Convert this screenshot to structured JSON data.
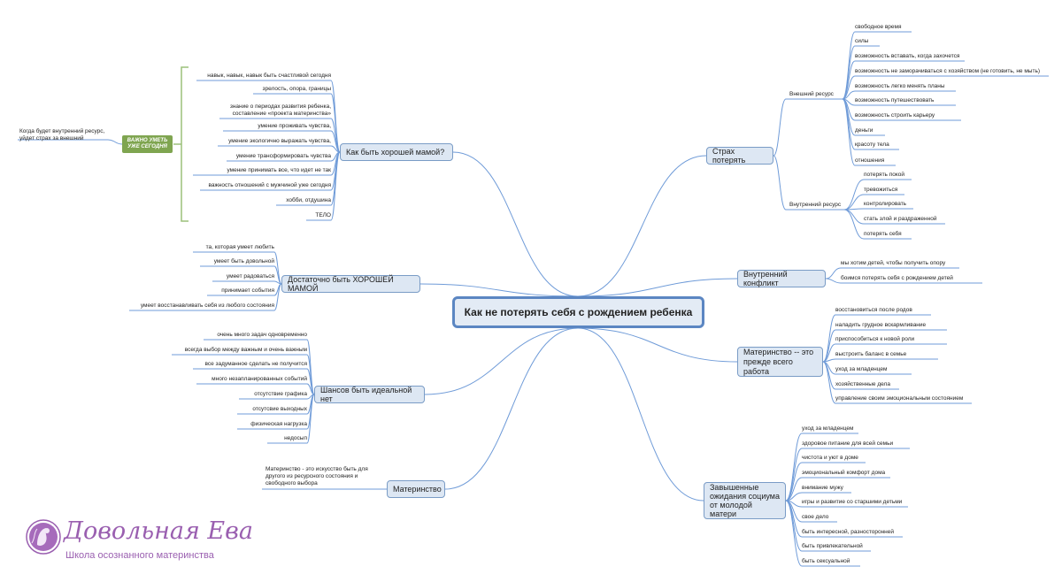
{
  "center": "Как не потерять себя с рождением ребенка",
  "branches": {
    "good_mom": {
      "label": "Как быть хорошей мамой?",
      "badge": "ВАЖНО УМЕТЬ УЖЕ СЕГОДНЯ",
      "note": "Когда будет внутренний ресурс, уйдет страх за внешний",
      "items": [
        "навык, навык, навык быть счастливой сегодня",
        "зрелость, опора, границы",
        "знание о периодах развития ребенка, составление «проекта материнства»",
        "умение проживать чувства,",
        "умение экологично выражать чувства,",
        "умение трансформировать чувства",
        "умение принимать все, что идет не так",
        "важность отношений с мужчиной уже сегодня",
        "хобби, отдушина",
        "ТЕЛО"
      ]
    },
    "enough": {
      "label": "Достаточно быть ХОРОШЕЙ МАМОЙ",
      "items": [
        "та, которая умеет любить",
        "умеет быть довольной",
        "умеет радоваться",
        "принимает события",
        "умеет восстанавливать себя из любого состояния"
      ]
    },
    "ideal": {
      "label": "Шансов быть идеальной нет",
      "items": [
        "очень много задач одновременно",
        "всегда выбор между важным и очень важным",
        "все задуманное сделать не получится",
        "много незапланированных событий",
        "отсутствие графика",
        "отсутсвие выходных",
        "физическая нагрузка",
        "недосып"
      ]
    },
    "motherhood": {
      "label": "Материнство",
      "items": [
        "Материнство - это искусство быть для другого из ресурсного состояния и свободного выбора"
      ]
    },
    "fear": {
      "label": "Страх потерять",
      "external_label": "Внешний ресурс",
      "external": [
        "свободное время",
        "силы",
        "возможность вставать, когда захочется",
        "возможность не  заморачиваться с хозяйством (не готовить, не мыть)",
        "возможность легко менять планы",
        "возможность путешествовать",
        "возможность строить карьеру",
        "деньги",
        "красоту тела",
        "отношения"
      ],
      "internal_label": "Внутренний ресурс",
      "internal": [
        "потерять покой",
        "тревожиться",
        "контролировать",
        "стать злой и раздраженной",
        "потерять себя"
      ]
    },
    "conflict": {
      "label": "Внутренний конфликт",
      "items": [
        "мы хотим детей, чтобы получить опору",
        "боимся потерять себя с рождением детей"
      ]
    },
    "work": {
      "label": "Материнство -- это прежде всего работа",
      "items": [
        "восстановиться после родов",
        "наладить грудное вскармливание",
        "приспособиться к новой роли",
        "выстроить баланс в семье",
        "уход за младенцем",
        "хозяйственные дела",
        "управление своим  эмоциональным состоянием"
      ]
    },
    "expect": {
      "label": "Завышенные ожидания социума от молодой матери",
      "items": [
        "уход за младенцем",
        "здоровое питание для всей семьи",
        "чистота и уют в доме",
        "эмоциональный комфорт дома",
        "внимание мужу",
        "игры и развитие со старшими детьми",
        "свое дело",
        "быть интересной, разносторонней",
        "быть привлекательной",
        "быть сексуальной"
      ]
    }
  },
  "logo": {
    "name": "Довольная Ева",
    "tagline": "Школа осознанного материнства"
  },
  "colors": {
    "line": "#6f9bd8",
    "node_bg": "#dde7f3",
    "badge": "#7fa550",
    "logo": "#9a5fb0"
  }
}
